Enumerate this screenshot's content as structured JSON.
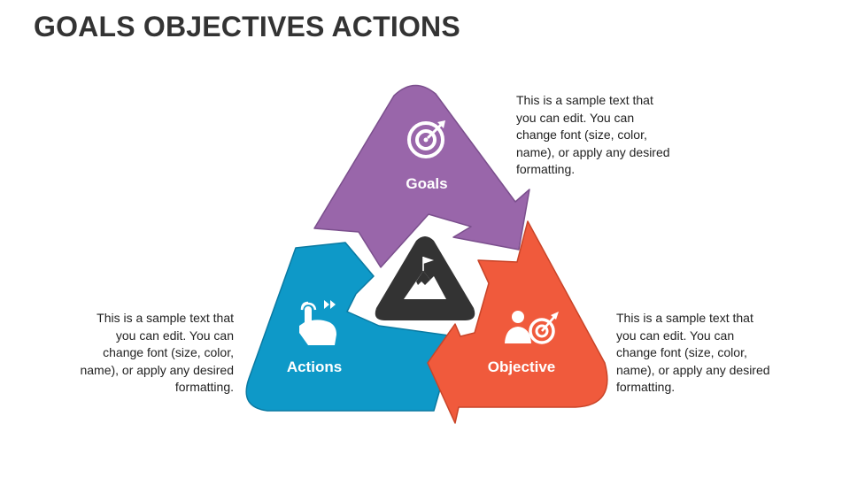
{
  "title": "GOALS OBJECTIVES ACTIONS",
  "segments": [
    {
      "id": "goals",
      "label": "Goals",
      "icon": "target-icon",
      "color": "#9966AA",
      "stroke": "#7B4F8D"
    },
    {
      "id": "objective",
      "label": "Objective",
      "icon": "person-target-icon",
      "color": "#F05A3C",
      "stroke": "#C94428"
    },
    {
      "id": "actions",
      "label": "Actions",
      "icon": "tap-hand-icon",
      "color": "#0E99C8",
      "stroke": "#0A7AA2"
    }
  ],
  "center": {
    "icon": "mountain-flag-icon",
    "color": "#333333"
  },
  "descriptions": {
    "top_right": "This is a sample text that you can edit. You can change font (size, color, name), or apply any desired formatting.",
    "right": "This is a sample text that you can edit. You can change font (size, color, name), or apply any desired formatting.",
    "left": "This is a sample text that you can edit. You can change font (size, color, name), or apply any desired formatting."
  }
}
